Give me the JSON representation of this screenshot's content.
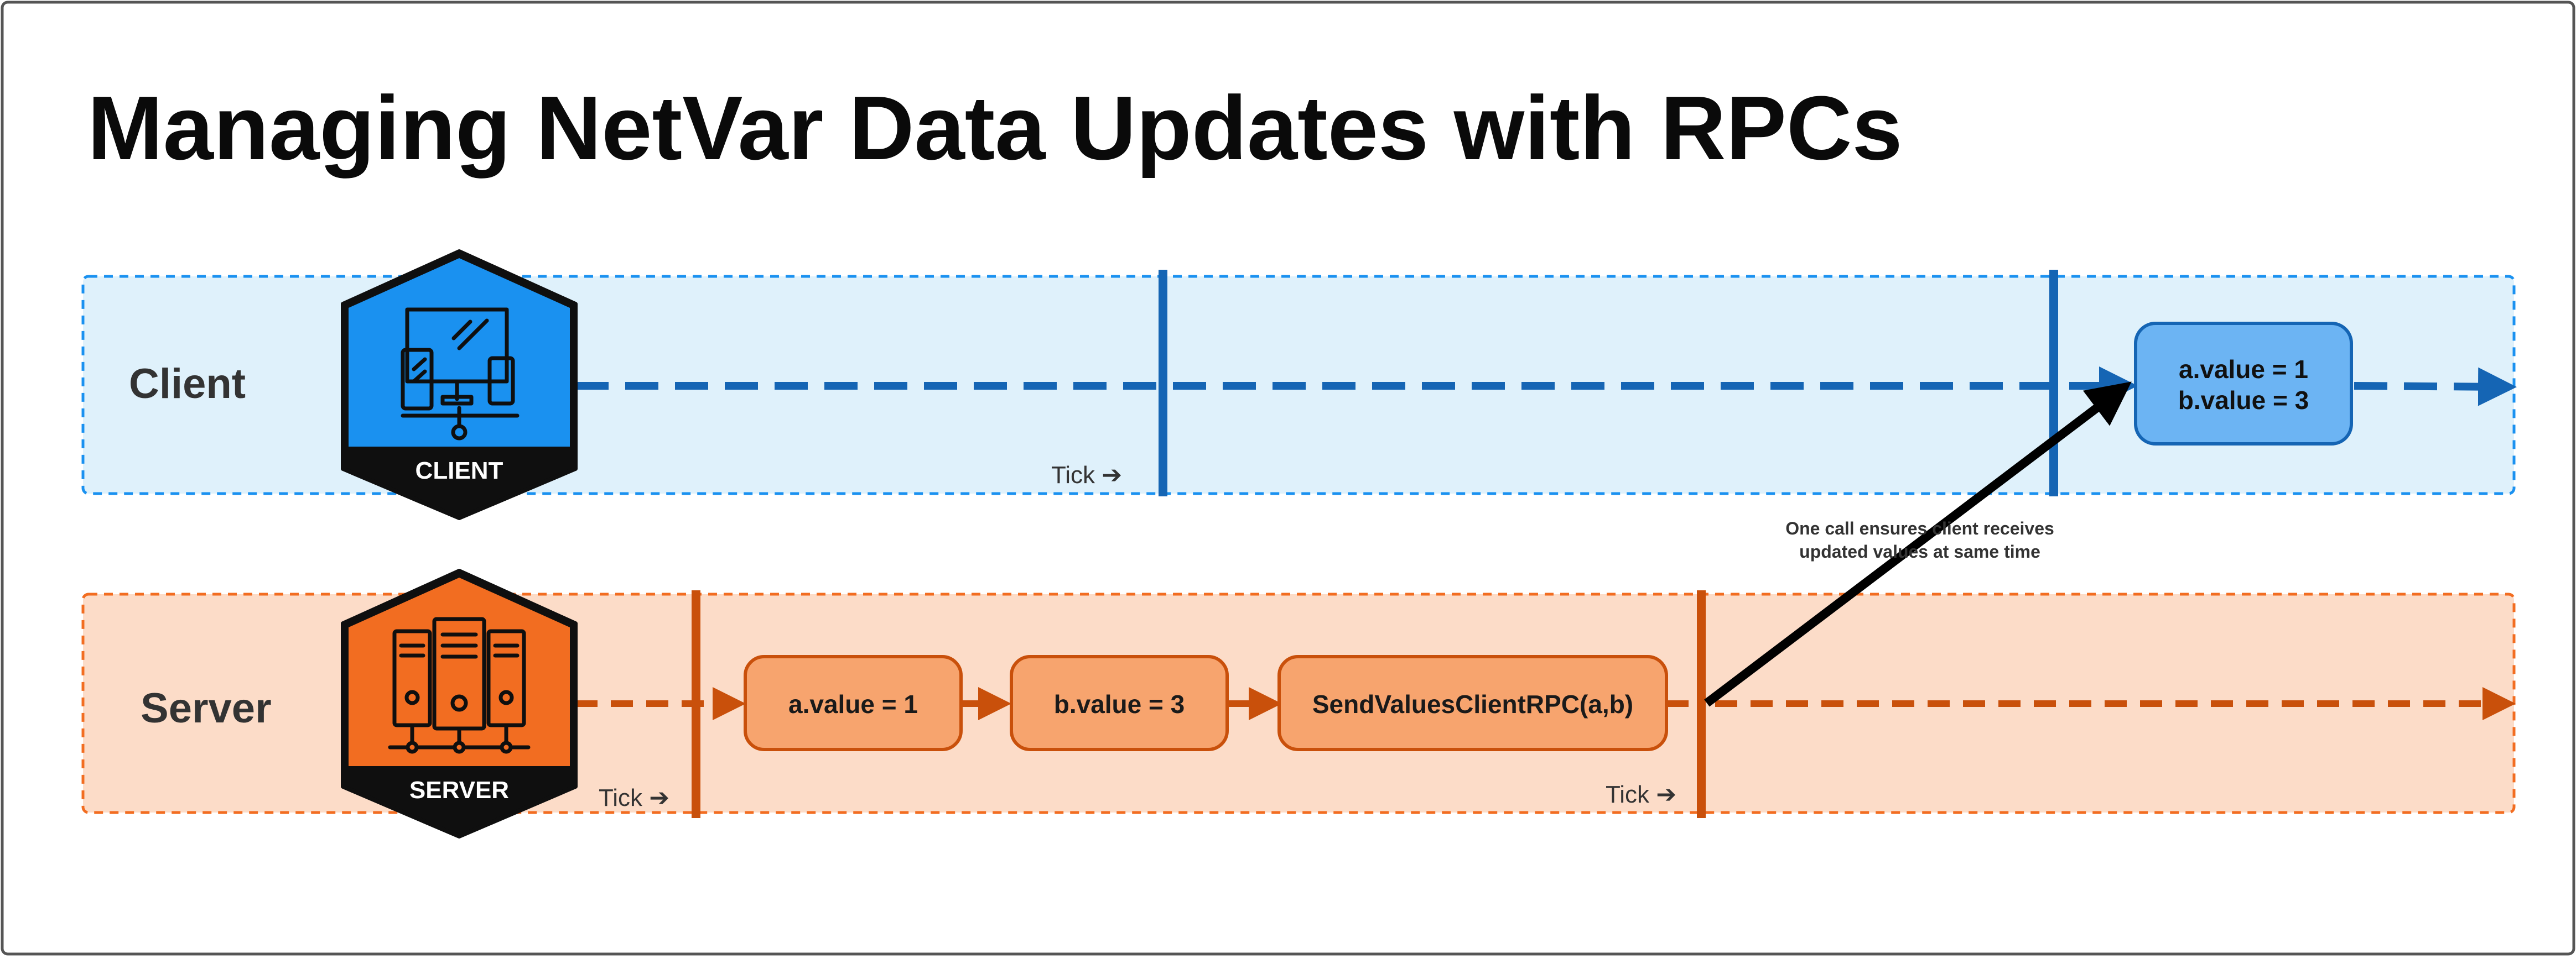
{
  "title": "Managing NetVar Data Updates with RPCs",
  "lanes": {
    "client": {
      "label": "Client",
      "badge": "CLIENT"
    },
    "server": {
      "label": "Server",
      "badge": "SERVER"
    }
  },
  "tick_label": "Tick ➔",
  "server_boxes": [
    "a.value = 1",
    "b.value = 3",
    "SendValuesClientRPC(a,b)"
  ],
  "client_box": {
    "line1": "a.value = 1",
    "line2": "b.value = 3"
  },
  "annotation": {
    "line1": "One call ensures client receives",
    "line2": "updated values at same time"
  },
  "icons": {
    "client": "devices-icon",
    "server": "server-rack-icon"
  },
  "colors": {
    "client_accent": "#1a91f0",
    "client_dark": "#1565b4",
    "client_lane_bg": "#dff1fb",
    "client_box_bg": "#6cb4f3",
    "server_accent": "#f26d21",
    "server_dark": "#c9500b",
    "server_lane_bg": "#fcdcc8",
    "server_box_bg": "#f7a46e",
    "title_text": "#0a0a0a"
  }
}
